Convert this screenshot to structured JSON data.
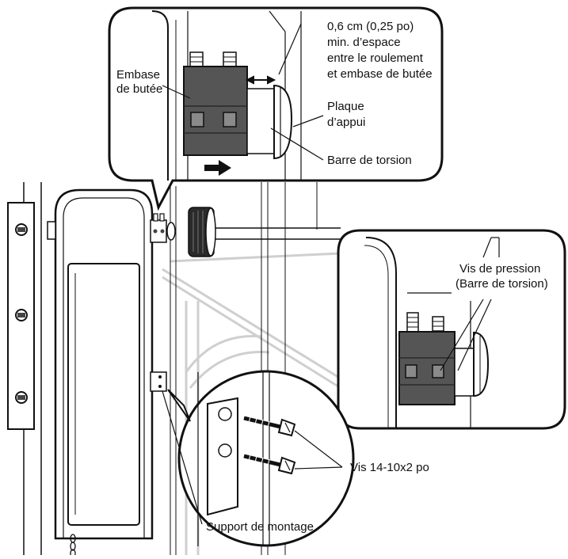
{
  "labels": {
    "gap_line1": "0,6 cm (0,25 po)",
    "gap_line2": "min. d’espace",
    "gap_line3": "entre le roulement",
    "gap_line4": "et embase de butée",
    "collar_line1": "Embase",
    "collar_line2": "de butée",
    "plate_line1": "Plaque",
    "plate_line2": "d’appui",
    "torsion_bar": "Barre de torsion",
    "set_screw_line1": "Vis de pression",
    "set_screw_line2": "(Barre de torsion)",
    "screws": "Vis 14-10x2 po",
    "bracket": "Support de montage"
  },
  "colors": {
    "ink": "#111111",
    "collar": "#555555",
    "collar_dark": "#3a3a3a",
    "hole": "#8a8a8a",
    "background": "#ffffff",
    "ghost": "#cfcfcf"
  }
}
